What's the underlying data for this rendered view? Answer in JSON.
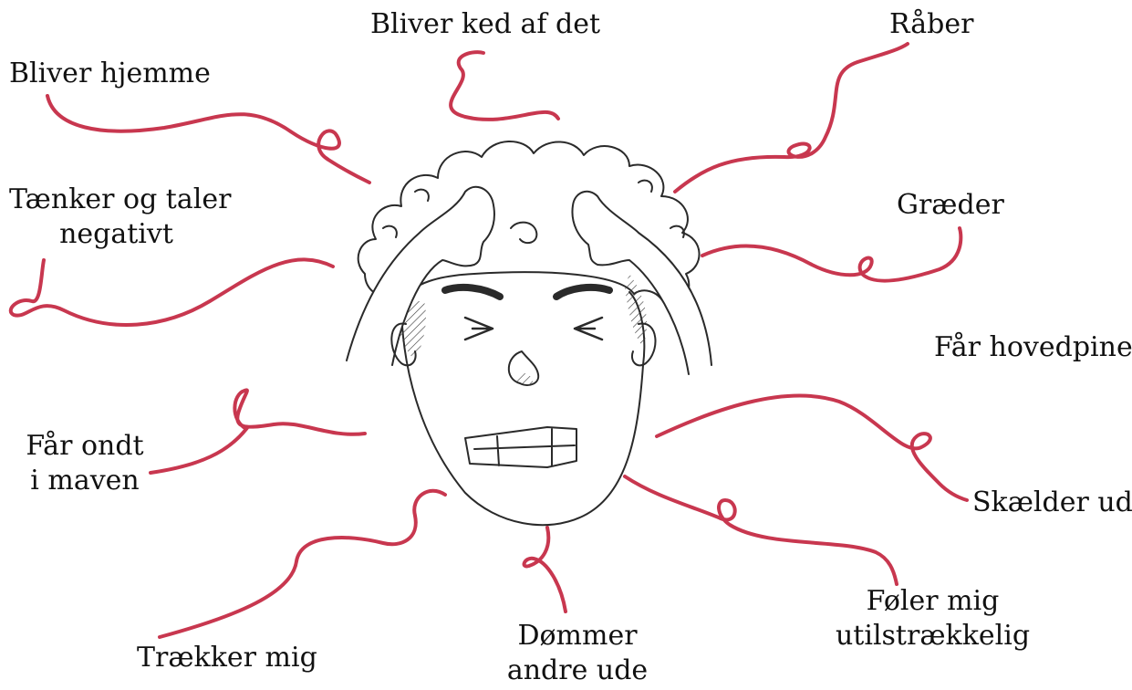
{
  "colors": {
    "connector": "#c8374f",
    "ink": "#2a2a2a",
    "text": "#111111",
    "background": "#ffffff"
  },
  "illustration": "stressed-face-icon",
  "labels": {
    "bliver_ked": "Bliver ked af det",
    "raaber": "Råber",
    "bliver_hjemme": "Bliver hjemme",
    "tanker_line1": "Tænker og taler",
    "tanker_line2": "negativt",
    "graeder": "Græder",
    "hovedpine": "Får hovedpine",
    "ondt_line1": "Får ondt",
    "ondt_line2": "i maven",
    "skaelder": "Skælder ud",
    "foler_line1": "Føler mig",
    "foler_line2": "utilstrækkelig",
    "dommer_line1": "Dømmer",
    "dommer_line2": "andre ude",
    "traekker": "Trækker mig"
  }
}
